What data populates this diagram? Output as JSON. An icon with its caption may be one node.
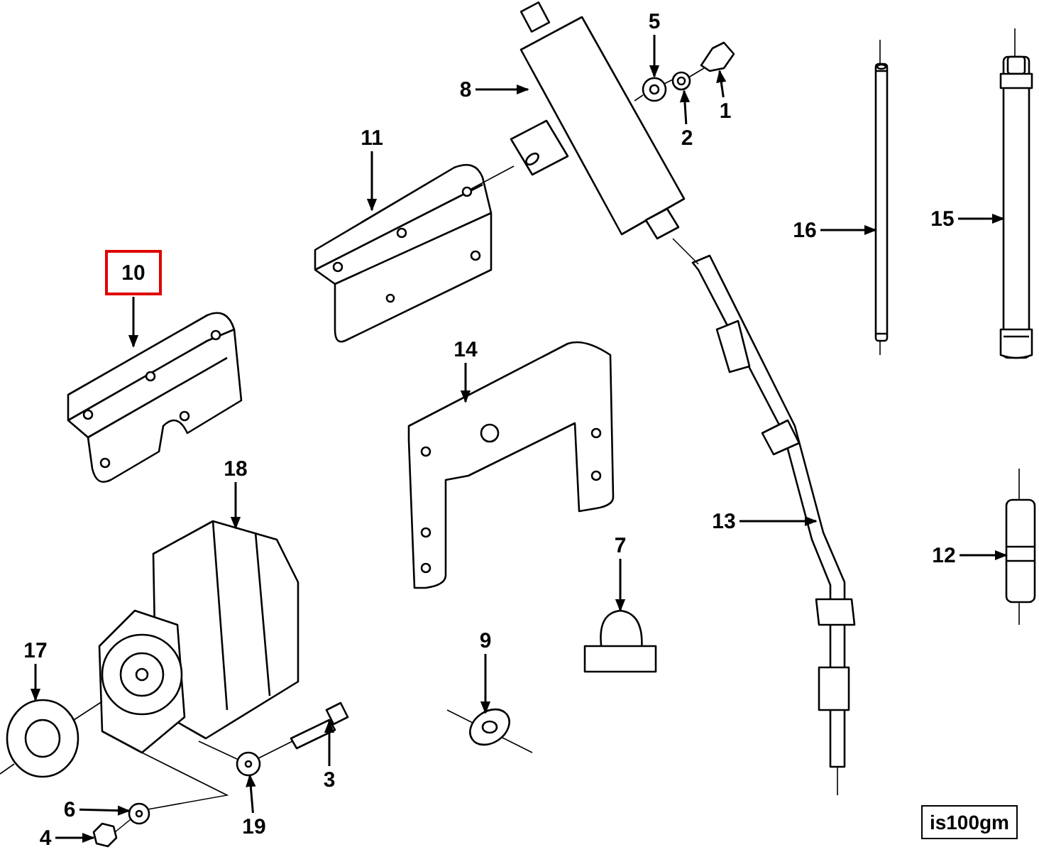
{
  "diagram": {
    "nodes": [
      {
        "text": [
          "5"
        ]
      },
      {
        "text": [
          "8"
        ]
      },
      {
        "text": [
          "2"
        ]
      },
      {
        "text": [
          "1"
        ]
      },
      {
        "text": [
          "11"
        ]
      },
      {
        "text": [
          "16"
        ]
      },
      {
        "text": [
          "15"
        ]
      },
      {
        "text": [
          "10"
        ]
      },
      {
        "text": [
          "14"
        ]
      },
      {
        "text": [
          "18"
        ]
      },
      {
        "text": [
          "13"
        ]
      },
      {
        "text": [
          "12"
        ]
      },
      {
        "text": [
          "7"
        ]
      },
      {
        "text": [
          "17"
        ]
      },
      {
        "text": [
          "9"
        ]
      },
      {
        "text": [
          "3"
        ]
      },
      {
        "text": [
          "6"
        ]
      },
      {
        "text": [
          "19"
        ]
      },
      {
        "text": [
          "4"
        ]
      },
      {
        "text": [
          "is100gm"
        ]
      },
      {
        "text": [],
        "shape": "picture"
      },
      {
        "text": [],
        "shape": "picture"
      },
      {
        "text": [],
        "shape": "picture"
      },
      {
        "text": [],
        "shape": "picture"
      },
      {
        "text": [],
        "shape": "picture"
      },
      {
        "text": [],
        "shape": "picture"
      },
      {
        "text": [],
        "shape": "picture"
      },
      {
        "text": [],
        "shape": "picture"
      },
      {
        "text": [],
        "shape": "picture"
      },
      {
        "text": [],
        "shape": "picture"
      },
      {
        "text": [],
        "shape": "picture"
      },
      {
        "text": [],
        "shape": "picture"
      },
      {
        "text": [],
        "shape": "picture"
      },
      {
        "text": [],
        "shape": "picture"
      },
      {
        "text": [],
        "shape": "picture"
      },
      {
        "text": [],
        "shape": "picture"
      },
      {
        "text": [],
        "shape": "picture"
      },
      {
        "text": [],
        "shape": "picture"
      },
      {
        "text": [],
        "shape": "picture"
      }
    ],
    "edges": [
      {
        "from": 0,
        "to": 20,
        "arrow": "to"
      },
      {
        "from": 1,
        "to": 21,
        "arrow": "to"
      },
      {
        "from": 2,
        "to": 22,
        "arrow": "to"
      },
      {
        "from": 3,
        "to": 23,
        "arrow": "to"
      },
      {
        "from": 4,
        "to": 24,
        "arrow": "to"
      },
      {
        "from": 5,
        "to": 25,
        "arrow": "to"
      },
      {
        "from": 6,
        "to": 26,
        "arrow": "to"
      },
      {
        "from": 7,
        "to": 27,
        "arrow": "to"
      },
      {
        "from": 8,
        "to": 28,
        "arrow": "to"
      },
      {
        "from": 9,
        "to": 29,
        "arrow": "to"
      },
      {
        "from": 10,
        "to": 30,
        "arrow": "to"
      },
      {
        "from": 11,
        "to": 31,
        "arrow": "to"
      },
      {
        "from": 12,
        "to": 32,
        "arrow": "to"
      },
      {
        "from": 13,
        "to": 33,
        "arrow": "to"
      },
      {
        "from": 14,
        "to": 34,
        "arrow": "to"
      },
      {
        "from": 15,
        "to": 35,
        "arrow": "to"
      },
      {
        "from": 16,
        "to": 36,
        "arrow": "to"
      },
      {
        "from": 17,
        "to": 37,
        "arrow": "to"
      },
      {
        "from": 18,
        "to": 38,
        "arrow": "to"
      },
      {
        "from": 24,
        "to": 21,
        "arrow": "none"
      },
      {
        "from": 21,
        "to": 20,
        "arrow": "none"
      },
      {
        "from": 20,
        "to": 22,
        "arrow": "none"
      },
      {
        "from": 22,
        "to": 23,
        "arrow": "none"
      },
      {
        "from": 21,
        "to": 30,
        "arrow": "none"
      },
      {
        "from": 33,
        "to": 29,
        "arrow": "none"
      },
      {
        "from": 29,
        "to": 36,
        "arrow": "none"
      },
      {
        "from": 36,
        "to": 38,
        "arrow": "none"
      },
      {
        "from": 29,
        "to": 37,
        "arrow": "none"
      },
      {
        "from": 37,
        "to": 35,
        "arrow": "none"
      }
    ]
  }
}
